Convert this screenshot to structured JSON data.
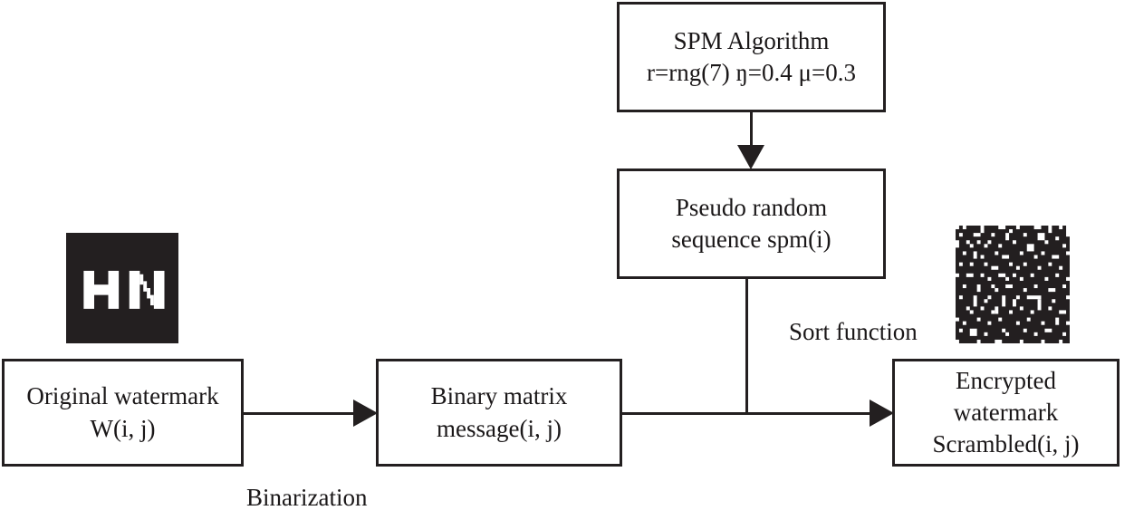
{
  "diagram": {
    "title": "Watermark encryption / scrambling flow",
    "colors": {
      "stroke": "#231f20",
      "text": "#1a1718",
      "background": "#ffffff",
      "bitmap_dark": "#231f20",
      "bitmap_light": "#ffffff"
    },
    "nodes": [
      {
        "id": "spm-algorithm",
        "label": "SPM Algorithm\nr=rng(7) ŋ=0.4 μ=0.3",
        "lines": [
          "SPM Algorithm",
          "r=rng(7) ŋ=0.4 μ=0.3"
        ]
      },
      {
        "id": "pseudo-random-sequence",
        "label": "Pseudo random\nsequence spm(i)",
        "lines": [
          "Pseudo random",
          "sequence spm(i)"
        ]
      },
      {
        "id": "original-watermark",
        "label": "Original watermark\nW(i, j)",
        "lines": [
          "Original watermark",
          "W(i, j)"
        ]
      },
      {
        "id": "binary-matrix",
        "label": "Binary matrix\nmessage(i, j)",
        "lines": [
          "Binary matrix",
          "message(i, j)"
        ]
      },
      {
        "id": "encrypted-watermark",
        "label": "Encrypted\nwatermark\nScrambled(i, j)",
        "lines": [
          "Encrypted",
          "watermark",
          "Scrambled(i, j)"
        ]
      }
    ],
    "captions": {
      "sort_function": "Sort function",
      "binarization": "Binarization"
    },
    "edges": [
      {
        "from": "spm-algorithm",
        "to": "pseudo-random-sequence",
        "direction": "down",
        "arrow": true
      },
      {
        "from": "pseudo-random-sequence",
        "to": "binary-to-encrypted-trunk",
        "direction": "down",
        "arrow": false
      },
      {
        "from": "original-watermark",
        "to": "binary-matrix",
        "direction": "right",
        "arrow": true,
        "caption": "Binarization"
      },
      {
        "from": "binary-matrix",
        "to": "encrypted-watermark",
        "direction": "right",
        "arrow": true,
        "caption": "Sort function"
      }
    ],
    "images": [
      {
        "id": "original-watermark-image",
        "alt": "HN logo watermark, white letters on black square"
      },
      {
        "id": "scrambled-watermark-image",
        "alt": "Scrambled binary noise pattern, white pixels on black square"
      }
    ]
  }
}
